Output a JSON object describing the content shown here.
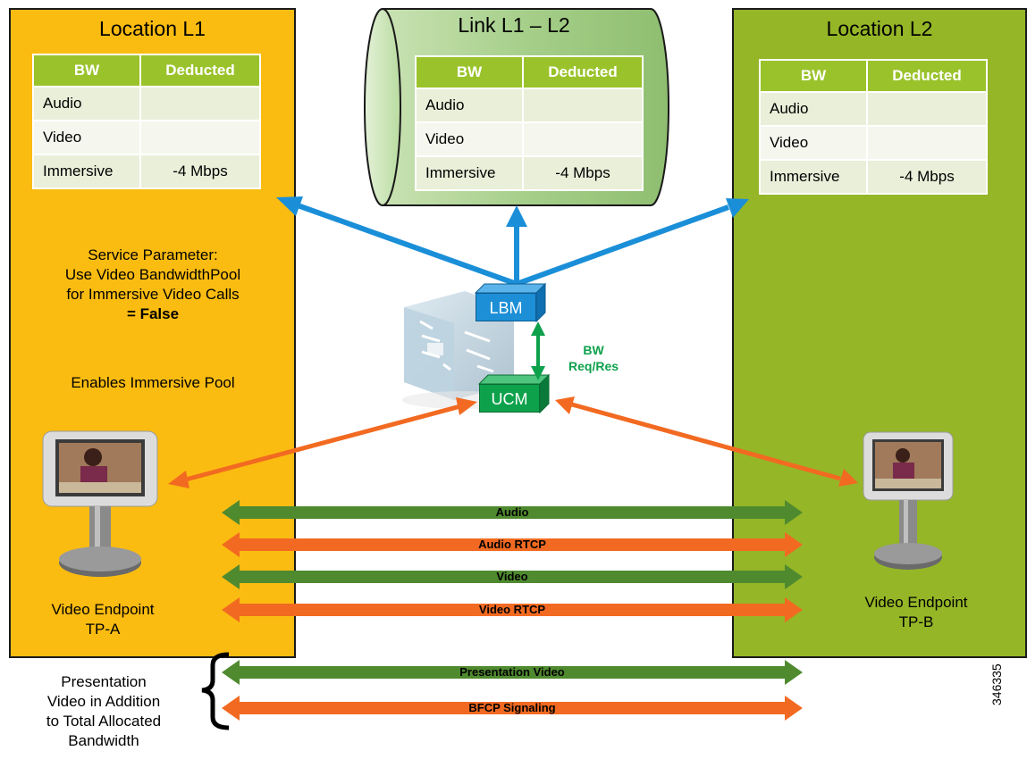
{
  "location_l1": {
    "title": "Location L1",
    "table": {
      "headers": [
        "BW",
        "Deducted"
      ],
      "rows": [
        {
          "label": "Audio",
          "value": ""
        },
        {
          "label": "Video",
          "value": ""
        },
        {
          "label": "Immersive",
          "value": "-4 Mbps"
        }
      ]
    },
    "service_param": {
      "line1": "Service Parameter:",
      "line2": "Use Video BandwidthPool",
      "line3": "for Immersive Video Calls",
      "line4": "= False"
    },
    "note": "Enables Immersive Pool",
    "endpoint": {
      "line1": "Video Endpoint",
      "line2": "TP-A"
    }
  },
  "link": {
    "title": "Link L1 – L2",
    "table": {
      "headers": [
        "BW",
        "Deducted"
      ],
      "rows": [
        {
          "label": "Audio",
          "value": ""
        },
        {
          "label": "Video",
          "value": ""
        },
        {
          "label": "Immersive",
          "value": "-4 Mbps"
        }
      ]
    }
  },
  "location_l2": {
    "title": "Location L2",
    "table": {
      "headers": [
        "BW",
        "Deducted"
      ],
      "rows": [
        {
          "label": "Audio",
          "value": ""
        },
        {
          "label": "Video",
          "value": ""
        },
        {
          "label": "Immersive",
          "value": "-4 Mbps"
        }
      ]
    },
    "endpoint": {
      "line1": "Video Endpoint",
      "line2": "TP-B"
    }
  },
  "server": {
    "lbm": "LBM",
    "ucm": "UCM",
    "bw_label1": "BW",
    "bw_label2": "Req/Res"
  },
  "media_streams": [
    {
      "label": "Audio",
      "color": "#4f8a2f"
    },
    {
      "label": "Audio RTCP",
      "color": "#f26a21"
    },
    {
      "label": "Video",
      "color": "#4f8a2f"
    },
    {
      "label": "Video RTCP",
      "color": "#f26a21"
    },
    {
      "label": "Presentation Video",
      "color": "#4f8a2f"
    },
    {
      "label": "BFCP Signaling",
      "color": "#f26a21"
    }
  ],
  "presentation_note": {
    "line1": "Presentation",
    "line2": "Video in Addition",
    "line3": "to Total Allocated",
    "line4": "Bandwidth"
  },
  "figure_id": "346335",
  "colors": {
    "location_l1": "#fbbc11",
    "location_l2": "#95b627",
    "cylinder": "#a9d08e",
    "table_header": "#9ac32b",
    "lbm": "#1c8fd6",
    "ucm": "#0ea14c",
    "blue_arrow": "#1a8fd8",
    "orange_arrow": "#f26a21",
    "green_arrow": "#4f8a2f"
  }
}
